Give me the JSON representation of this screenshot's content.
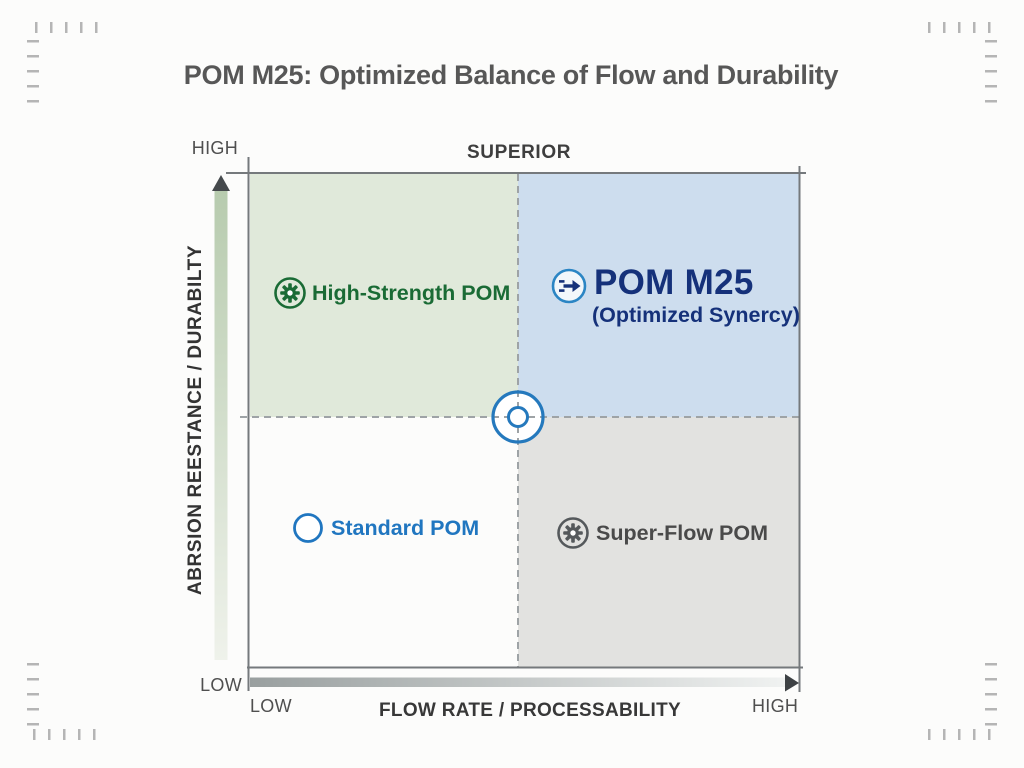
{
  "slide": {
    "title": "POM M25: Optimized Balance of Flow and Durability"
  },
  "chart_data": {
    "type": "scatter",
    "variant": "quadrant-positioning-matrix",
    "title": "POM M25: Optimized Balance of Flow and Durability",
    "xlabel": "FLOW RATE / PROCESSABILITY",
    "ylabel": "ABRSION REESTANCE / DURABILTY",
    "grid": false,
    "axes": {
      "x": {
        "label": "FLOW RATE / PROCESSABILITY",
        "low": "LOW",
        "high": "HIGH"
      },
      "y": {
        "label": "ABRSION REESTANCE / DURABILTY",
        "low": "LOW",
        "high": "HIGH"
      },
      "top": "SUPERIOR"
    },
    "quadrants": [
      {
        "position": "top-left",
        "label": "High-Strength POM",
        "icon": "gear-icon",
        "text_color": "#1a6b35",
        "bg_color": "#e0e9da"
      },
      {
        "position": "top-right",
        "label": "POM M25",
        "sublabel": "(Optimized Synercy)",
        "icon": "flow-arrow-icon",
        "text_color": "#15317a",
        "bg_color": "#cdddee"
      },
      {
        "position": "bottom-left",
        "label": "Standard POM",
        "icon": "circle-icon",
        "text_color": "#2076c0",
        "bg_color": "#ffffff"
      },
      {
        "position": "bottom-right",
        "label": "Super-Flow POM",
        "icon": "gear-icon",
        "text_color": "#4a4a4a",
        "bg_color": "#e2e2e0"
      }
    ],
    "marker": {
      "type": "target",
      "x_frac": 0.5,
      "y_frac": 0.5,
      "color": "#2579bd"
    },
    "colors": {
      "accent_blue": "#2579bd",
      "navy_text": "#15317a",
      "green_text": "#1a6b35",
      "gray_text": "#4a4a4a",
      "axis_line": "#75797c",
      "dashed_line": "#9ea3a6",
      "y_arrow_fill": "#b7cbae",
      "x_arrow_fill": "#999f9f"
    }
  }
}
